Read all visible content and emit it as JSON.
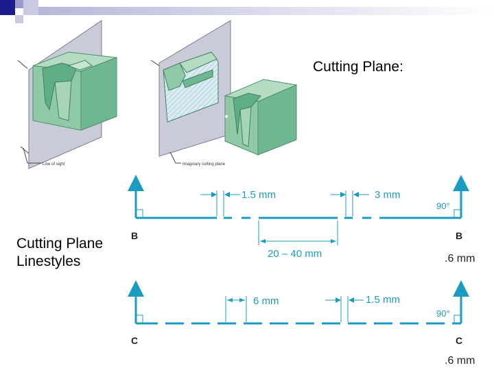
{
  "slide": {
    "label_right": "Cutting Plane:",
    "label_left_line1": "Cutting Plane",
    "label_left_line2": "Linestyles"
  },
  "illustration": {
    "caption_sight": "Line of sight",
    "caption_plane": "Imaginary cutting plane"
  },
  "diagram_b": {
    "dim_gap": "1.5 mm",
    "dim_dash": "3 mm",
    "dim_long": "20 – 40 mm",
    "angle": "90°",
    "letter": "B",
    "thickness": ".6 mm"
  },
  "diagram_c": {
    "dim_dash": "6 mm",
    "dim_gap": "1.5 mm",
    "angle": "90°",
    "letter": "C",
    "thickness": ".6 mm"
  },
  "colors": {
    "line": "#1a9cc0",
    "block_face": "#8fc9a8",
    "block_top": "#b5dcc2",
    "block_dark": "#5fae88",
    "plane": "#c9ccd8"
  }
}
